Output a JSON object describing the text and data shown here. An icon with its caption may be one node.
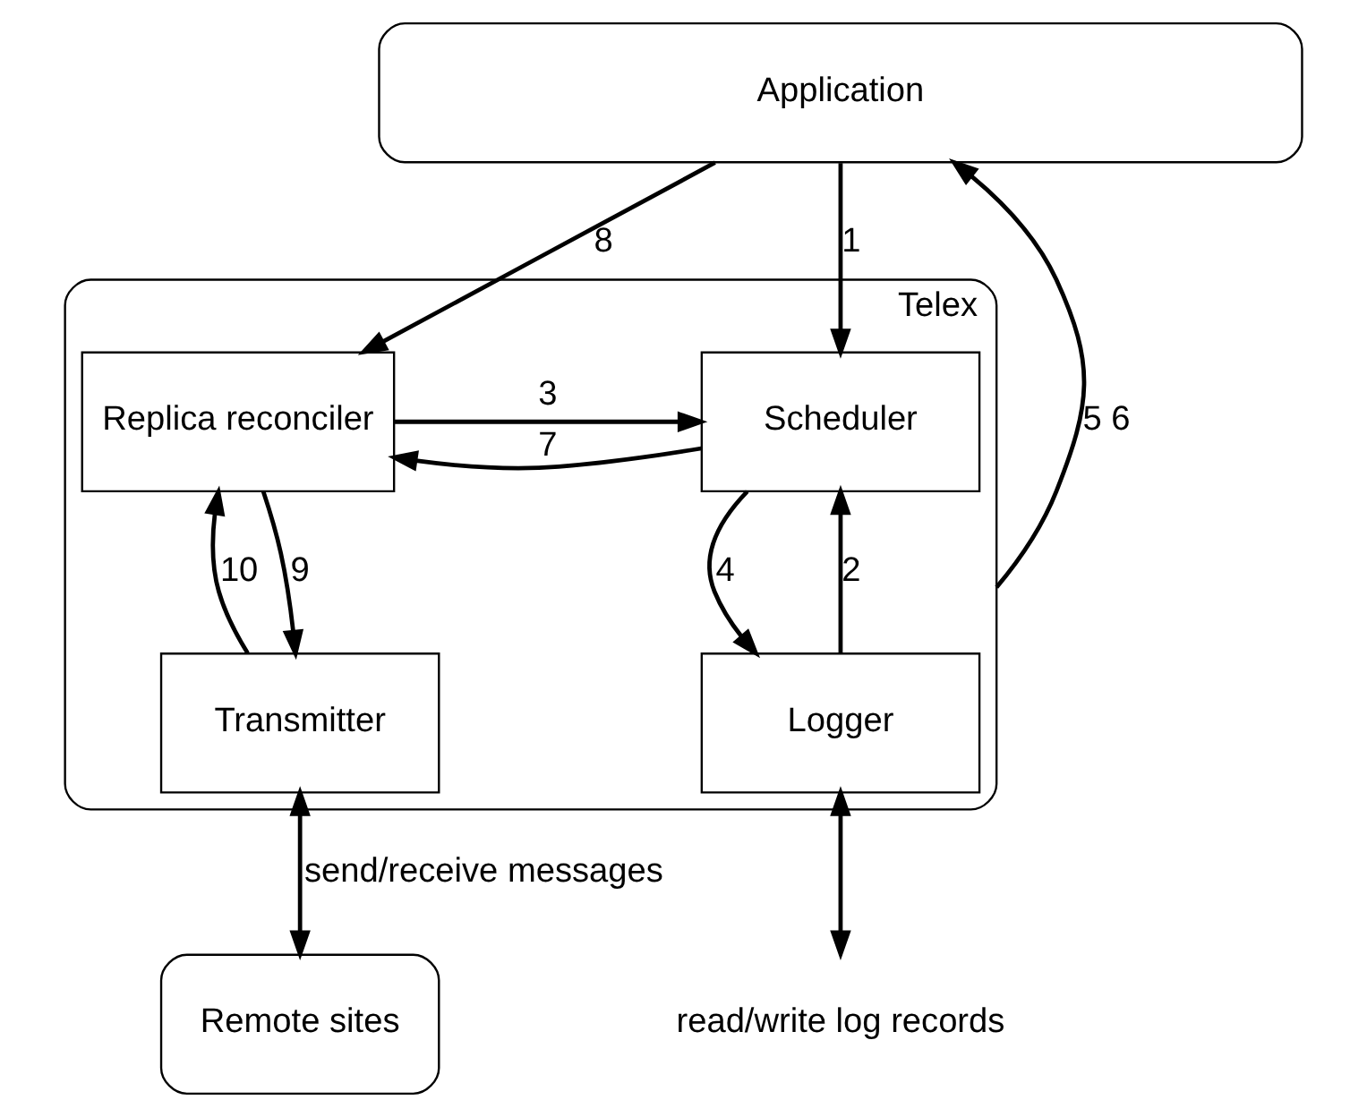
{
  "diagram": {
    "nodes": [
      {
        "text": [
          "Application"
        ]
      },
      {
        "text": [
          "Telex"
        ]
      },
      {
        "text": [
          "Replica reconciler"
        ],
        "in": 1
      },
      {
        "text": [
          "Scheduler"
        ],
        "in": 1
      },
      {
        "text": [
          "Transmitter"
        ],
        "in": 1
      },
      {
        "text": [
          "Logger"
        ],
        "in": 1
      },
      {
        "text": [
          "Remote sites"
        ]
      },
      {
        "text": [
          "read/write log records"
        ]
      }
    ],
    "edges": [
      {
        "from": 0,
        "to": 2,
        "arrow": "to",
        "label": "8"
      },
      {
        "from": 0,
        "to": 3,
        "arrow": "to",
        "label": "1"
      },
      {
        "from": 1,
        "to": 0,
        "arrow": "to",
        "label": "5 6"
      },
      {
        "from": 2,
        "to": 3,
        "arrow": "to",
        "label": "3"
      },
      {
        "from": 3,
        "to": 2,
        "arrow": "to",
        "label": "7"
      },
      {
        "from": 2,
        "to": 4,
        "arrow": "to",
        "label": "9"
      },
      {
        "from": 4,
        "to": 2,
        "arrow": "to",
        "label": "10"
      },
      {
        "from": 3,
        "to": 5,
        "arrow": "to",
        "label": "4"
      },
      {
        "from": 5,
        "to": 3,
        "arrow": "to",
        "label": "2"
      },
      {
        "from": 4,
        "to": 6,
        "arrow": "both",
        "label": "send/receive messages"
      },
      {
        "from": 5,
        "to": 7,
        "arrow": "both"
      }
    ]
  }
}
